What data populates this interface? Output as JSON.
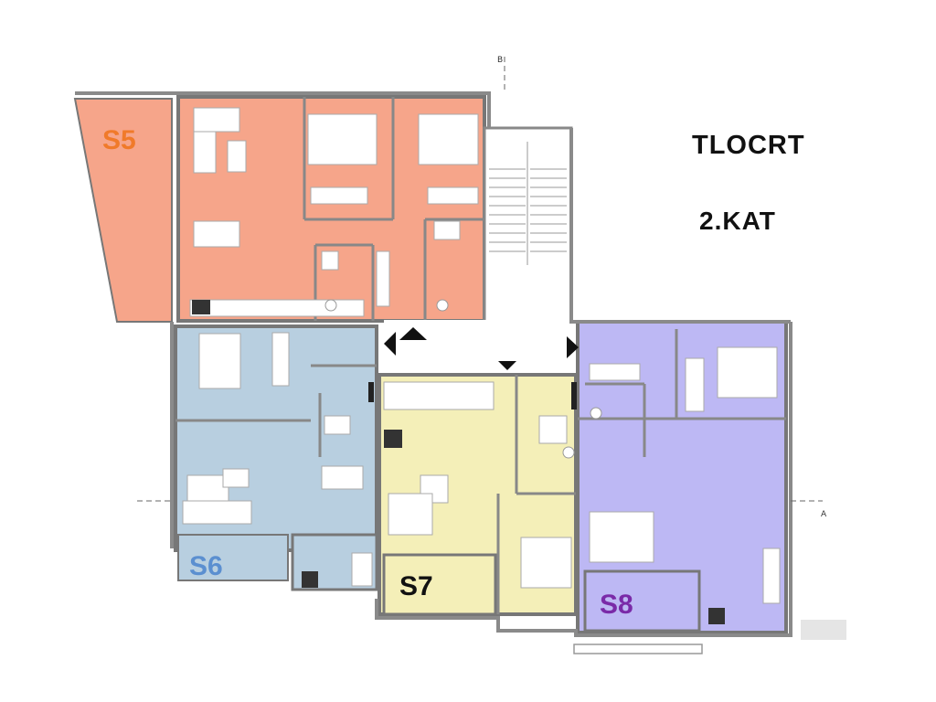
{
  "title": {
    "line1": "TLOCRT",
    "line2": "2.KAT"
  },
  "units": [
    {
      "id": "s5",
      "label": "S5",
      "color": "#f07a2a"
    },
    {
      "id": "s6",
      "label": "S6",
      "color": "#5b8fd0"
    },
    {
      "id": "s7",
      "label": "S7",
      "color": "#111111"
    },
    {
      "id": "s8",
      "label": "S8",
      "color": "#7a2aa8"
    }
  ],
  "section_markers": {
    "top": "B",
    "right": "A"
  },
  "colors": {
    "s5_fill": "#f6a58a",
    "s6_fill": "#b8cfe0",
    "s7_fill": "#f4efb8",
    "s8_fill": "#bdb8f4",
    "wall": "#8a8a8a"
  }
}
